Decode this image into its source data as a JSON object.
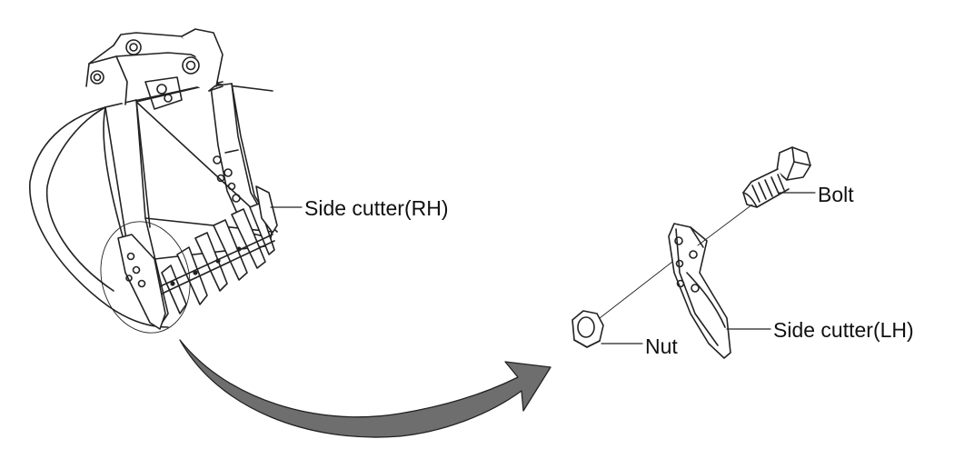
{
  "labels": {
    "side_cutter_rh": "Side cutter(RH)",
    "bolt": "Bolt",
    "side_cutter_lh": "Side cutter(LH)",
    "nut": "Nut"
  },
  "colors": {
    "line": "#222222",
    "arrow_fill": "#6e6e6e",
    "background": "#ffffff"
  }
}
